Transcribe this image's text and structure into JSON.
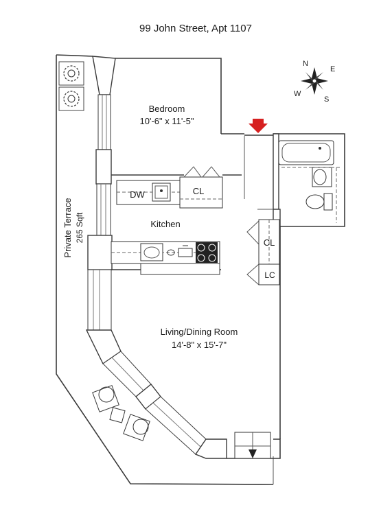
{
  "title": "99 John Street, Apt 1107",
  "rooms": {
    "bedroom": {
      "name": "Bedroom",
      "size": "10'-6\" x 11'-5\""
    },
    "kitchen": {
      "name": "Kitchen"
    },
    "living": {
      "name": "Living/Dining Room",
      "size": "14'-8\" x 15'-7\""
    },
    "terrace": {
      "name": "Private Terrace",
      "size": "265 Sqft"
    }
  },
  "fixtures": {
    "dishwasher": "DW",
    "closet_bedroom": "CL",
    "closet_hall": "CL",
    "linen_closet": "LC"
  },
  "compass": {
    "n": "N",
    "e": "E",
    "s": "S",
    "w": "W"
  },
  "colors": {
    "entry_arrow": "#d62020",
    "wall": "#3a3a3a",
    "background": "#ffffff"
  },
  "icons": {
    "entry": "entry-arrow-icon",
    "compass": "compass-rose-icon"
  }
}
